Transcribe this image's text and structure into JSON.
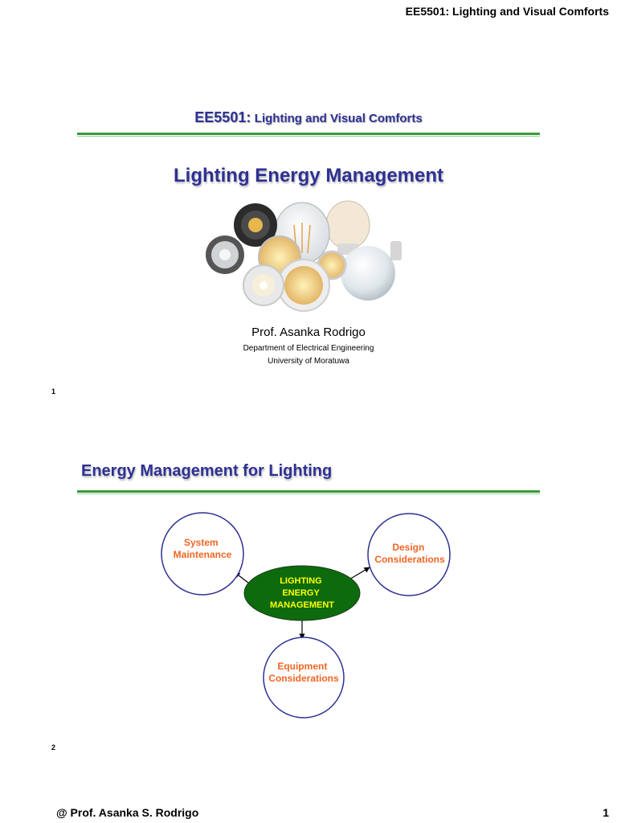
{
  "header": {
    "running_title": "EE5501: Lighting and  Visual Comforts"
  },
  "slide1": {
    "course_code": "EE5501:",
    "course_name": "Lighting and  Visual Comforts",
    "title": "Lighting Energy Management",
    "presenter": "Prof. Asanka Rodrigo",
    "department": "Department of Electrical Engineering",
    "university": "University of Moratuwa",
    "slide_number": "1"
  },
  "slide2": {
    "title": "Energy Management for Lighting",
    "center_node": [
      "LIGHTING",
      "ENERGY",
      "MANAGEMENT"
    ],
    "node_system": [
      "System",
      "Maintenance"
    ],
    "node_design": [
      "Design",
      "Considerations"
    ],
    "node_equipment": [
      "Equipment",
      "Considerations"
    ],
    "slide_number": "2"
  },
  "footer": {
    "author": "@ Prof. Asanka S. Rodrigo",
    "page_number": "1"
  },
  "colors": {
    "title_blue": "#2e3192",
    "rule_green": "#3a9a3a",
    "node_orange": "#f26522",
    "center_fill": "#0d6b0d",
    "center_text": "#ffff00",
    "circle_stroke": "#2e3192"
  }
}
